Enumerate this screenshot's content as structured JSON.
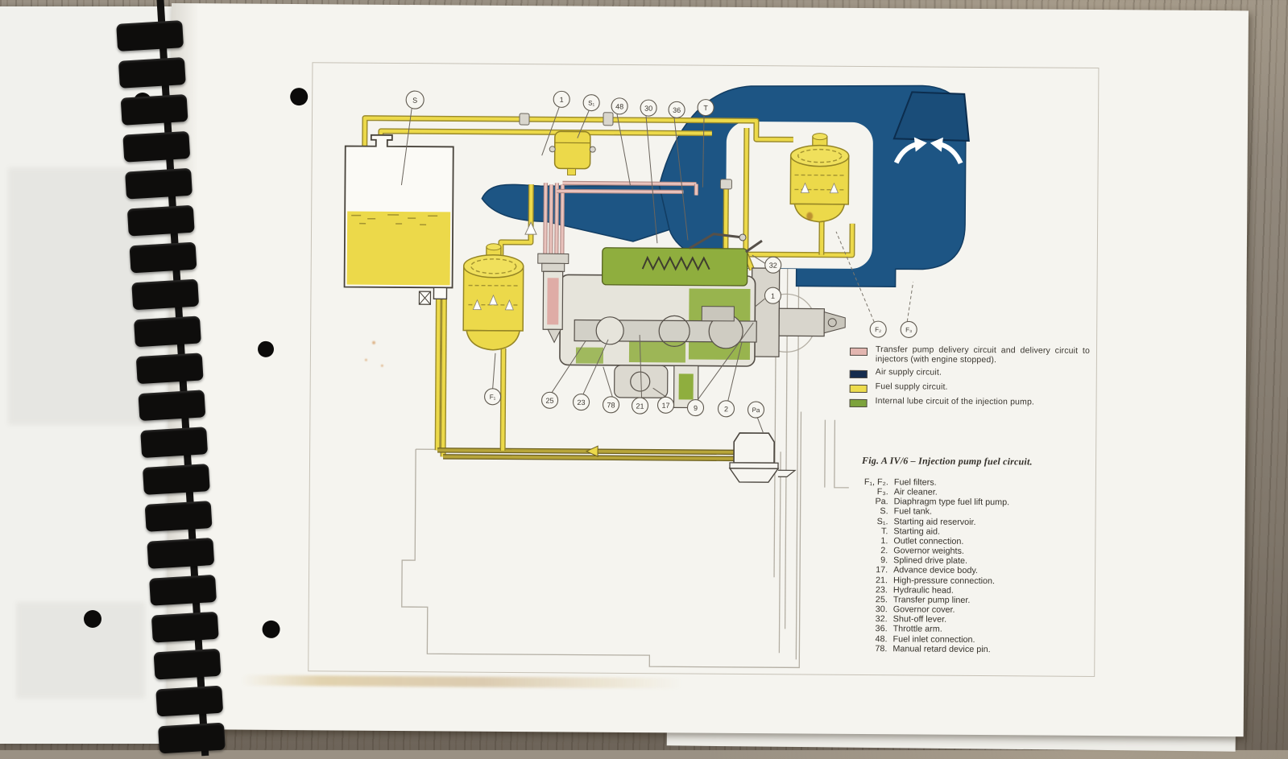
{
  "scene": {
    "wood_color": "#8d8478",
    "page_color": "#f5f4ef",
    "binding_color": "#111111"
  },
  "figure": {
    "caption": "Fig. A IV/6 – Injection pump fuel circuit.",
    "legend": [
      {
        "color": "#e3b6b0",
        "label": "Transfer pump delivery circuit and delivery circuit to injectors (with engine stopped)."
      },
      {
        "color": "#152c4e",
        "label": "Air supply circuit."
      },
      {
        "color": "#eddc4d",
        "label": "Fuel supply circuit."
      },
      {
        "color": "#7da33c",
        "label": "Internal lube circuit of the injection pump."
      }
    ],
    "parts": [
      {
        "key": "F₁, F₂.",
        "label": "Fuel filters."
      },
      {
        "key": "F₃.",
        "label": "Air cleaner."
      },
      {
        "key": "Pa.",
        "label": "Diaphragm type fuel lift pump."
      },
      {
        "key": "S.",
        "label": "Fuel tank."
      },
      {
        "key": "S₁.",
        "label": "Starting aid reservoir."
      },
      {
        "key": "T.",
        "label": "Starting aid."
      },
      {
        "key": "1.",
        "label": "Outlet connection."
      },
      {
        "key": "2.",
        "label": "Governor weights."
      },
      {
        "key": "9.",
        "label": "Splined drive plate."
      },
      {
        "key": "17.",
        "label": "Advance device body."
      },
      {
        "key": "21.",
        "label": "High-pressure connection."
      },
      {
        "key": "23.",
        "label": "Hydraulic head."
      },
      {
        "key": "25.",
        "label": "Transfer pump liner."
      },
      {
        "key": "30.",
        "label": "Governor cover."
      },
      {
        "key": "32.",
        "label": "Shut-off lever."
      },
      {
        "key": "36.",
        "label": "Throttle arm."
      },
      {
        "key": "48.",
        "label": "Fuel inlet connection."
      },
      {
        "key": "78.",
        "label": "Manual retard device pin."
      }
    ],
    "callouts": {
      "top": [
        "S",
        "1",
        "S₁",
        "48",
        "30",
        "36",
        "T"
      ],
      "side": [
        "32",
        "1"
      ],
      "filters": [
        "F₂",
        "F₃"
      ],
      "bottom": [
        "F₁",
        "25",
        "23",
        "78",
        "21",
        "17",
        "9",
        "2",
        "Pa"
      ]
    },
    "colors": {
      "fuel_supply": "#ecd94a",
      "air_supply": "#1d5584",
      "delivery": "#e3b6b0",
      "lube": "#8fae3e"
    }
  }
}
